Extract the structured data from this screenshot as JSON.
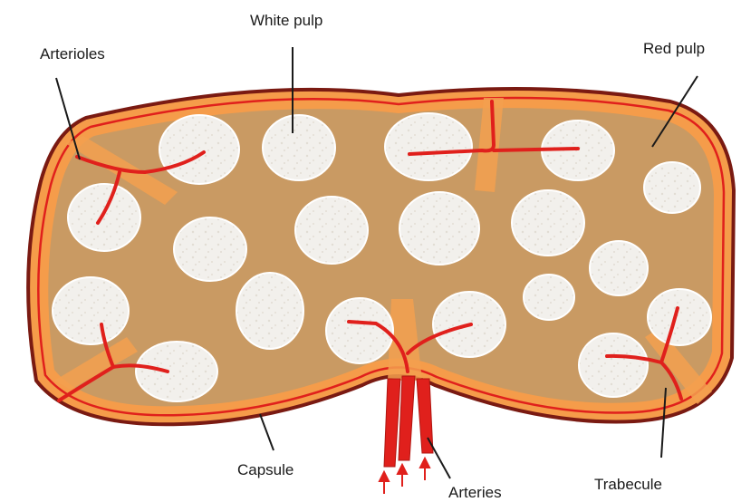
{
  "labels": {
    "white_pulp": "White pulp",
    "arterioles": "Arterioles",
    "red_pulp": "Red pulp",
    "capsule": "Capsule",
    "arteries": "Arteries",
    "trabecule": "Trabecule"
  },
  "colors": {
    "capsule_outline": "#7a1a12",
    "capsule_band": "#f59c4a",
    "red_pulp": "#c99a63",
    "white_pulp": "#f2f0ec",
    "trabecula": "#f3a04f",
    "vessel": "#e0201c"
  }
}
